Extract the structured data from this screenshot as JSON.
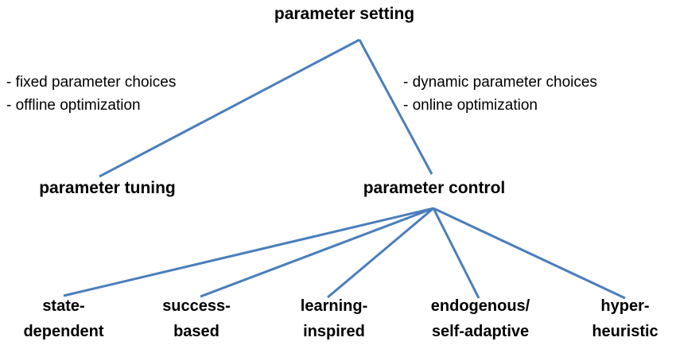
{
  "diagram": {
    "background_color": "#ffffff",
    "text_color": "#000000",
    "line_color": "#4a7ebb",
    "root": {
      "label": "parameter setting"
    },
    "annotations": {
      "left": [
        "- fixed parameter choices",
        "- offline optimization"
      ],
      "right": [
        "- dynamic parameter choices",
        "- online optimization"
      ]
    },
    "level2": {
      "tuning": {
        "label": "parameter tuning"
      },
      "control": {
        "label": "parameter control"
      }
    },
    "children": [
      {
        "line1": "state-",
        "line2": "dependent"
      },
      {
        "line1": "success-",
        "line2": "based"
      },
      {
        "line1": "learning-",
        "line2": "inspired"
      },
      {
        "line1": "endogenous/",
        "line2": "self-adaptive"
      },
      {
        "line1": "hyper-",
        "line2": "heuristic"
      }
    ],
    "edges": [
      {
        "from": "parameter setting",
        "to": "parameter tuning"
      },
      {
        "from": "parameter setting",
        "to": "parameter control"
      },
      {
        "from": "parameter control",
        "to": "state-dependent"
      },
      {
        "from": "parameter control",
        "to": "success-based"
      },
      {
        "from": "parameter control",
        "to": "learning-inspired"
      },
      {
        "from": "parameter control",
        "to": "endogenous/self-adaptive"
      },
      {
        "from": "parameter control",
        "to": "hyper-heuristic"
      }
    ]
  }
}
